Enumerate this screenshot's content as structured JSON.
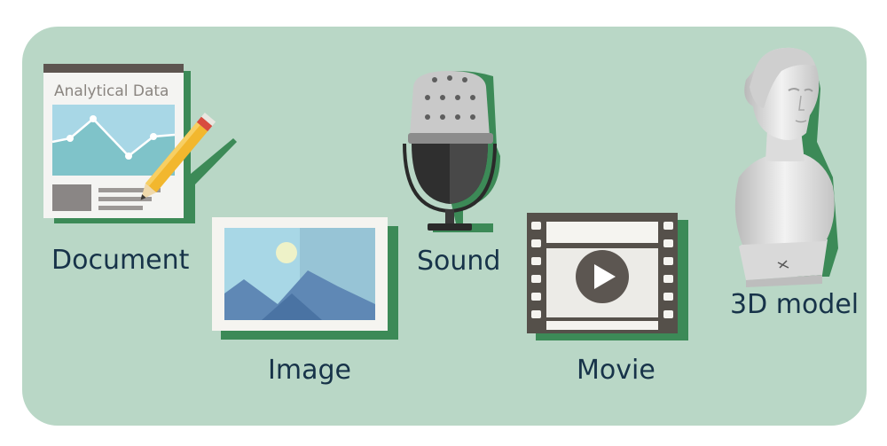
{
  "items": {
    "document": {
      "label": "Document",
      "sheet_title": "Analytical Data"
    },
    "image": {
      "label": "Image"
    },
    "sound": {
      "label": "Sound"
    },
    "movie": {
      "label": "Movie"
    },
    "model": {
      "label": "3D model"
    }
  },
  "colors": {
    "panel": "#b9d7c6",
    "shadow": "#3c8a57",
    "label_text": "#173349",
    "sky": "#a8d7e6",
    "mountain": "#5f88b5"
  },
  "icons": [
    "document-icon",
    "pencil-icon",
    "image-icon",
    "microphone-icon",
    "film-icon",
    "play-icon",
    "bust-icon"
  ]
}
